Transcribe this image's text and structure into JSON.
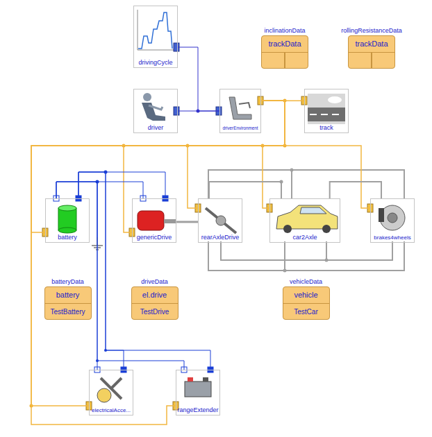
{
  "diagram": {
    "nodes": [
      {
        "text": [
          "drivingCycle"
        ]
      },
      {
        "text": [
          "driver"
        ]
      },
      {
        "text": [
          "driverEnvironment"
        ]
      },
      {
        "text": [
          "track"
        ]
      },
      {
        "text": [
          "inclinationData",
          "trackData"
        ]
      },
      {
        "text": [
          "rollingResistanceData",
          "trackData"
        ]
      },
      {
        "text": [
          "battery"
        ]
      },
      {
        "text": [
          "genericDrive"
        ]
      },
      {
        "text": [
          "rearAxleDrive"
        ]
      },
      {
        "text": [
          "car2Axle"
        ]
      },
      {
        "text": [
          "brakes4wheels"
        ]
      },
      {
        "text": [
          "batteryData",
          "battery",
          "TestBattery"
        ]
      },
      {
        "text": [
          "driveData",
          "el.drive",
          "TestDrive"
        ]
      },
      {
        "text": [
          "vehicleData",
          "vehicle",
          "TestCar"
        ]
      },
      {
        "text": [
          "electricalAcce..."
        ]
      },
      {
        "text": [
          "rangeExtender"
        ]
      }
    ],
    "edges": [
      {
        "from": 0,
        "to": 2,
        "arrow": "none"
      },
      {
        "from": 1,
        "to": 2,
        "arrow": "none"
      },
      {
        "from": 2,
        "to": 3,
        "arrow": "none"
      },
      {
        "from": 2,
        "to": 6,
        "arrow": "none"
      },
      {
        "from": 2,
        "to": 7,
        "arrow": "none"
      },
      {
        "from": 2,
        "to": 8,
        "arrow": "none"
      },
      {
        "from": 2,
        "to": 9,
        "arrow": "none"
      },
      {
        "from": 2,
        "to": 10,
        "arrow": "none"
      },
      {
        "from": 2,
        "to": 14,
        "arrow": "none"
      },
      {
        "from": 2,
        "to": 15,
        "arrow": "none"
      },
      {
        "from": 6,
        "to": 7,
        "arrow": "none"
      },
      {
        "from": 6,
        "to": 7,
        "arrow": "none"
      },
      {
        "from": 6,
        "to": 14,
        "arrow": "none"
      },
      {
        "from": 6,
        "to": 15,
        "arrow": "none"
      },
      {
        "from": 6,
        "to": 14,
        "arrow": "none"
      },
      {
        "from": 6,
        "to": 15,
        "arrow": "none"
      },
      {
        "from": 7,
        "to": 8,
        "arrow": "none"
      },
      {
        "from": 8,
        "to": 9,
        "arrow": "none"
      },
      {
        "from": 9,
        "to": 10,
        "arrow": "none"
      }
    ]
  }
}
